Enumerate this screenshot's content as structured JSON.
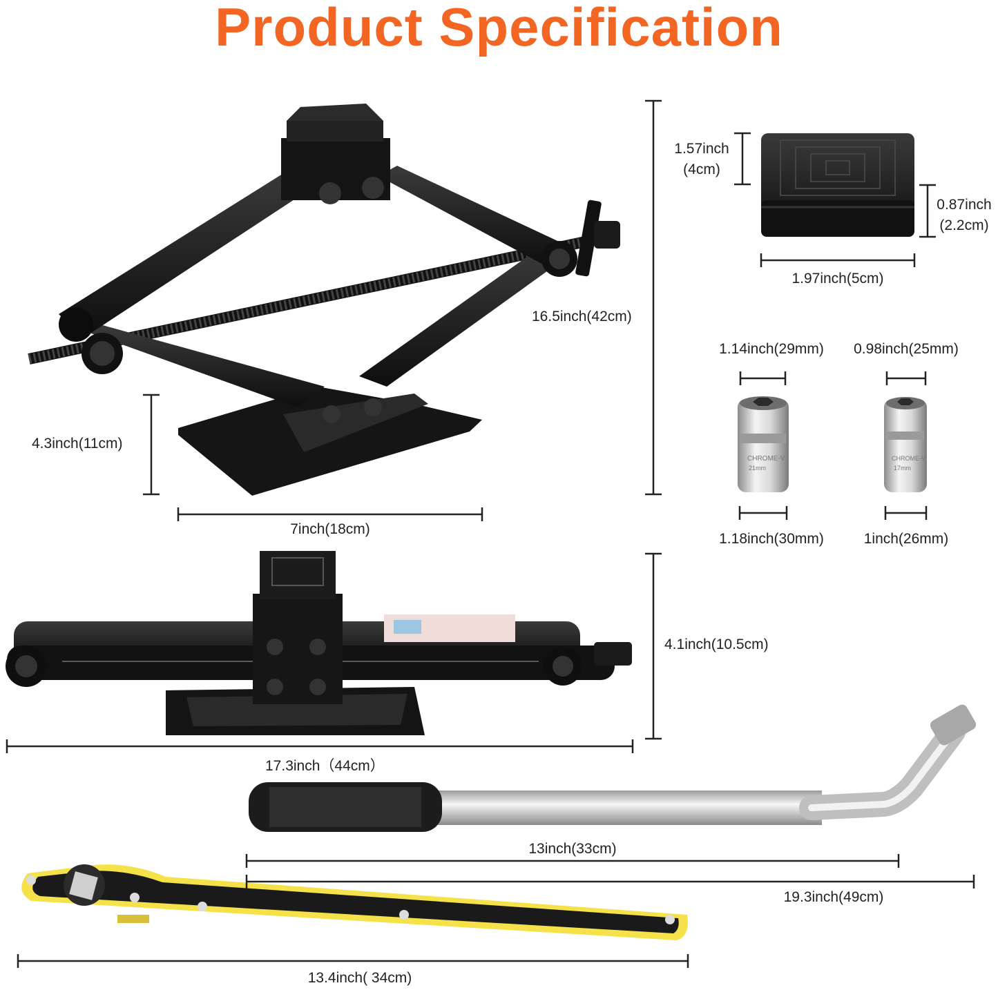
{
  "title": "Product Specification",
  "colors": {
    "accent": "#f26522",
    "line": "#222222",
    "jack": "#1a1a1a",
    "chrome": "#c9c9c9",
    "handle_rubber": "#222222",
    "wrench_yellow": "#f5e24a"
  },
  "products": {
    "scissor_jack": {
      "height_max": "16.5inch(42cm)",
      "height_min": "4.3inch(11cm)",
      "base_width": "7inch(18cm)",
      "folded_height": "4.1inch(10.5cm)",
      "length": "17.3inch（44cm）"
    },
    "rubber_pad": {
      "height": "1.57inch",
      "height_cm": "(4cm)",
      "side_height": "0.87inch",
      "side_height_cm": "(2.2cm)",
      "width": "1.97inch(5cm)"
    },
    "sockets": [
      {
        "top": "1.14inch(29mm)",
        "bottom": "1.18inch(30mm)",
        "marking": "CHROME-V",
        "size": "21mm"
      },
      {
        "top": "0.98inch(25mm)",
        "bottom": "1inch(26mm)",
        "marking": "CHROME-V",
        "size": "17mm"
      }
    ],
    "lug_wrench": {
      "retracted": "13inch(33cm)",
      "extended": "19.3inch(49cm)"
    },
    "ratchet_wrench": {
      "length": "13.4inch( 34cm)"
    }
  }
}
